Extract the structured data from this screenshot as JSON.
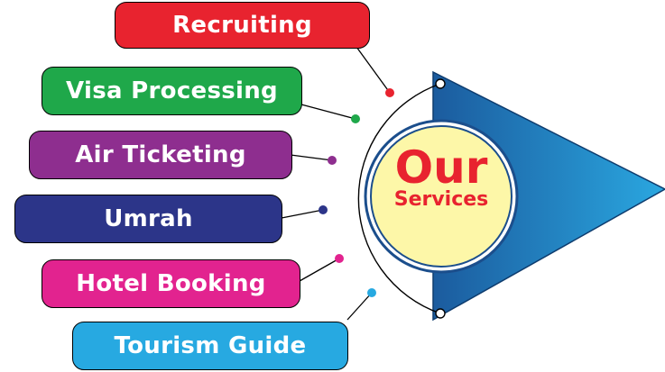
{
  "title": {
    "main": "Our",
    "sub": "Services"
  },
  "services": [
    {
      "label": "Recruiting",
      "color": "#e8232f"
    },
    {
      "label": "Visa Processing",
      "color": "#1fa84a"
    },
    {
      "label": "Air Ticketing",
      "color": "#8e2e8f"
    },
    {
      "label": "Umrah",
      "color": "#2c3589"
    },
    {
      "label": "Hotel Booking",
      "color": "#e2238f"
    },
    {
      "label": "Tourism Guide",
      "color": "#27a9e1"
    }
  ],
  "colors": {
    "circle_fill": "#fdf7a8",
    "circle_stroke": "#1b4e8c",
    "arrow_dark": "#1b5b9e",
    "arrow_light": "#2aa7e0",
    "arc_stroke": "#000000"
  }
}
